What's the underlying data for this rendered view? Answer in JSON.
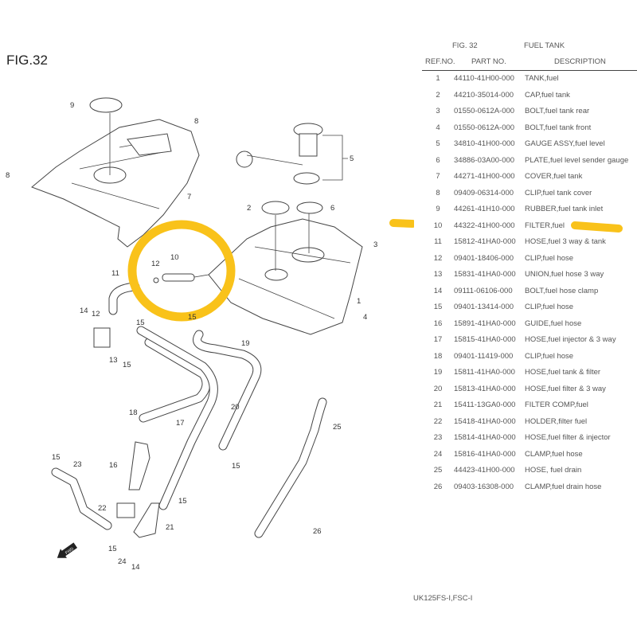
{
  "figure_title": "FIG.32",
  "table": {
    "fig": "FIG. 32",
    "name": "FUEL TANK",
    "headers": {
      "ref": "REF.NO.",
      "part": "PART NO.",
      "desc": "DESCRIPTION"
    },
    "rows": [
      {
        "ref": "1",
        "part": "44110-41H00-000",
        "desc": "TANK,fuel"
      },
      {
        "ref": "2",
        "part": "44210-35014-000",
        "desc": "CAP,fuel tank"
      },
      {
        "ref": "3",
        "part": "01550-0612A-000",
        "desc": "BOLT,fuel tank rear"
      },
      {
        "ref": "4",
        "part": "01550-0612A-000",
        "desc": "BOLT,fuel tank front"
      },
      {
        "ref": "5",
        "part": "34810-41H00-000",
        "desc": "GAUGE ASSY,fuel level"
      },
      {
        "ref": "6",
        "part": "34886-03A00-000",
        "desc": "PLATE,fuel level sender gauge"
      },
      {
        "ref": "7",
        "part": "44271-41H00-000",
        "desc": "COVER,fuel tank"
      },
      {
        "ref": "8",
        "part": "09409-06314-000",
        "desc": "CLIP,fuel tank cover"
      },
      {
        "ref": "9",
        "part": "44261-41H10-000",
        "desc": "RUBBER,fuel tank inlet"
      },
      {
        "ref": "10",
        "part": "44322-41H00-000",
        "desc": "FILTER,fuel"
      },
      {
        "ref": "11",
        "part": "15812-41HA0-000",
        "desc": "HOSE,fuel 3 way & tank"
      },
      {
        "ref": "12",
        "part": "09401-18406-000",
        "desc": "CLIP,fuel hose"
      },
      {
        "ref": "13",
        "part": "15831-41HA0-000",
        "desc": "UNION,fuel hose 3 way"
      },
      {
        "ref": "14",
        "part": "09111-06106-000",
        "desc": "BOLT,fuel hose clamp"
      },
      {
        "ref": "15",
        "part": "09401-13414-000",
        "desc": "CLIP,fuel hose"
      },
      {
        "ref": "16",
        "part": "15891-41HA0-000",
        "desc": "GUIDE,fuel hose"
      },
      {
        "ref": "17",
        "part": "15815-41HA0-000",
        "desc": "HOSE,fuel injector & 3 way"
      },
      {
        "ref": "18",
        "part": "09401-11419-000",
        "desc": "CLIP,fuel hose"
      },
      {
        "ref": "19",
        "part": "15811-41HA0-000",
        "desc": "HOSE,fuel tank & filter"
      },
      {
        "ref": "20",
        "part": "15813-41HA0-000",
        "desc": "HOSE,fuel filter & 3 way"
      },
      {
        "ref": "21",
        "part": "15411-13GA0-000",
        "desc": "FILTER COMP,fuel"
      },
      {
        "ref": "22",
        "part": "15418-41HA0-000",
        "desc": "HOLDER,filter fuel"
      },
      {
        "ref": "23",
        "part": "15814-41HA0-000",
        "desc": "HOSE,fuel filter & injector"
      },
      {
        "ref": "24",
        "part": "15816-41HA0-000",
        "desc": "CLAMP,fuel hose"
      },
      {
        "ref": "25",
        "part": "44423-41H00-000",
        "desc": "HOSE, fuel drain"
      },
      {
        "ref": "26",
        "part": "09403-16308-000",
        "desc": "CLAMP,fuel drain hose"
      }
    ]
  },
  "diagram": {
    "callouts": [
      "9",
      "8",
      "8",
      "7",
      "5",
      "2",
      "6",
      "3",
      "10",
      "12",
      "11",
      "1",
      "4",
      "14",
      "12",
      "15",
      "15",
      "13",
      "15",
      "19",
      "20",
      "18",
      "17",
      "25",
      "15",
      "23",
      "16",
      "15",
      "15",
      "22",
      "21",
      "26",
      "15",
      "24",
      "14"
    ],
    "fwd_label": "FWD"
  },
  "highlight_color": "#F9C21A",
  "footer": "UK125FS-I,FSC-I"
}
